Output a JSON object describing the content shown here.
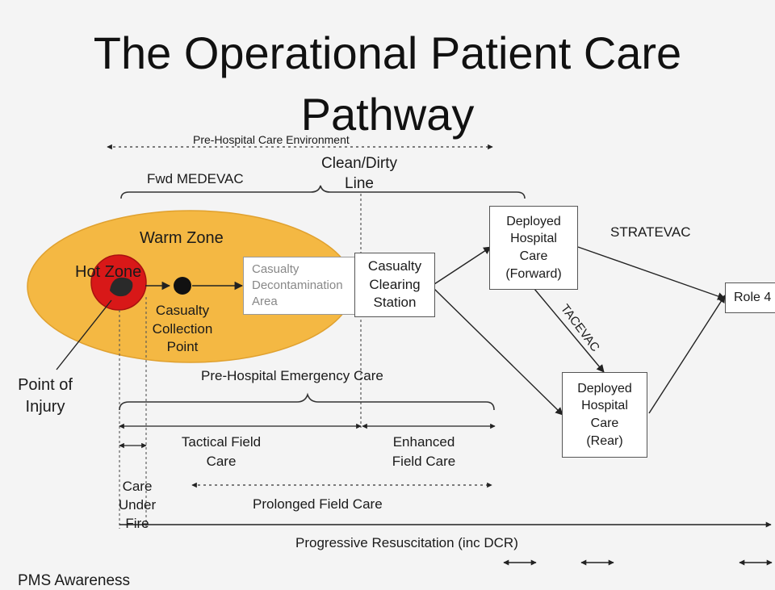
{
  "title_line1": "The Operational Patient Care",
  "title_line2": "Pathway",
  "pre_hospital_care_env": "Pre-Hospital Care Environment",
  "fwd_medevac": "Fwd MEDEVAC",
  "clean_dirty_line": [
    "Clean/Dirty",
    "Line"
  ],
  "warm_zone": "Warm Zone",
  "hot_zone": "Hot Zone",
  "casualty_collection_point": [
    "Casualty",
    "Collection",
    "Point"
  ],
  "casualty_decon_area": [
    "Casualty",
    "Decontamination",
    "Area"
  ],
  "casualty_clearing_station": [
    "Casualty",
    "Clearing",
    "Station"
  ],
  "deployed_hospital_forward": [
    "Deployed",
    "Hospital",
    "Care",
    "(Forward)"
  ],
  "deployed_hospital_rear": [
    "Deployed",
    "Hospital",
    "Care",
    "(Rear)"
  ],
  "stratevac": "STRATEVAC",
  "tacevac": "TACEVAC",
  "role4": "Role 4",
  "point_of_injury": [
    "Point of",
    "Injury"
  ],
  "pre_hospital_emergency_care": "Pre-Hospital Emergency Care",
  "tactical_field_care": [
    "Tactical Field",
    "Care"
  ],
  "enhanced_field_care": [
    "Enhanced",
    "Field Care"
  ],
  "care_under_fire": [
    "Care",
    "Under",
    "Fire"
  ],
  "prolonged_field_care": "Prolonged Field Care",
  "progressive_resuscitation": "Progressive Resuscitation (inc DCR)",
  "footer_partial": "PMS Awareness",
  "colors": {
    "warm_zone": "#f4b843",
    "hot_zone": "#d81818",
    "casualty": "#1a1a1a",
    "line": "#222222"
  }
}
